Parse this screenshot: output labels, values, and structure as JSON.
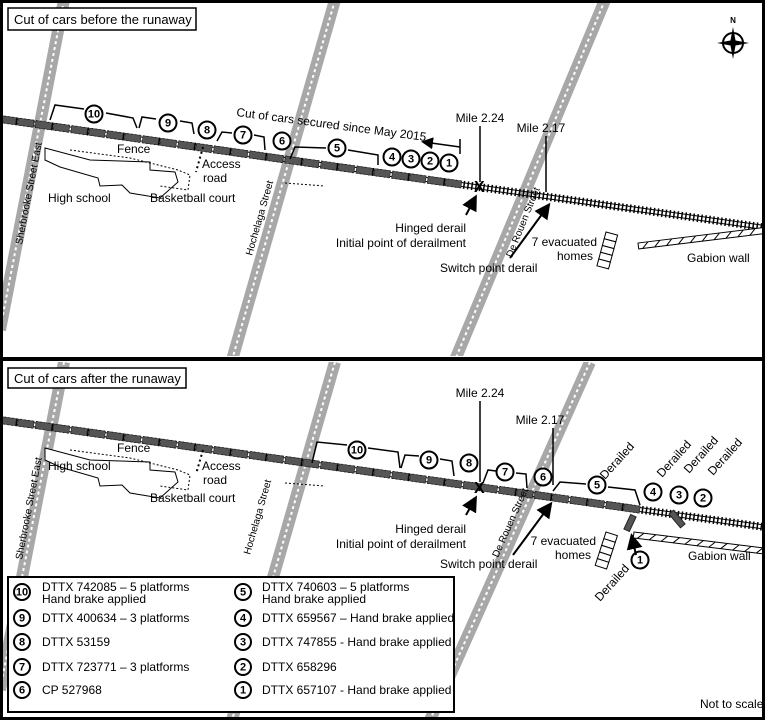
{
  "top_panel": {
    "title": "Cut of cars before the runaway",
    "cut_note": "Cut of cars secured since May 2015",
    "mile_224": "Mile 2.24",
    "mile_217": "Mile 2.17",
    "fence": "Fence",
    "high_school": "High school",
    "basketball": "Basketball court",
    "access_1": "Access",
    "access_2": "road",
    "sherbrooke": "Sherbrooke Street East",
    "hochelaga": "Hochelaga Street",
    "derouen": "De Rouen Street",
    "hinged": "Hinged derail",
    "initial": "Initial point of derailment",
    "switch": "Switch point derail",
    "homes_1": "7 evacuated",
    "homes_2": "homes",
    "gabion": "Gabion wall",
    "compass": "N",
    "cars": [
      "10",
      "9",
      "8",
      "7",
      "6",
      "5",
      "4",
      "3",
      "2",
      "1"
    ]
  },
  "bottom_panel": {
    "title": "Cut of cars after the runaway",
    "mile_224": "Mile 2.24",
    "mile_217": "Mile 2.17",
    "fence": "Fence",
    "high_school": "High school",
    "basketball": "Basketball court",
    "access_1": "Access",
    "access_2": "road",
    "sherbrooke": "Sherbrooke Street East",
    "hochelaga": "Hochelaga Street",
    "derouen": "De Rouen Street",
    "hinged": "Hinged derail",
    "initial": "Initial point of derailment",
    "switch": "Switch point derail",
    "homes_1": "7 evacuated",
    "homes_2": "homes",
    "gabion": "Gabion wall",
    "derailed": "Derailed",
    "cars": [
      "10",
      "9",
      "8",
      "7",
      "6",
      "5",
      "4",
      "3",
      "2",
      "1"
    ]
  },
  "legend": [
    {
      "num": "10",
      "line1": "DTTX 742085 – 5 platforms",
      "line2": "Hand brake applied"
    },
    {
      "num": "9",
      "line1": "DTTX 400634 – 3 platforms",
      "line2": ""
    },
    {
      "num": "8",
      "line1": "DTTX 53159",
      "line2": ""
    },
    {
      "num": "7",
      "line1": "DTTX 723771 – 3 platforms",
      "line2": ""
    },
    {
      "num": "6",
      "line1": "CP 527968",
      "line2": ""
    },
    {
      "num": "5",
      "line1": "DTTX 740603 – 5 platforms",
      "line2": "Hand brake applied"
    },
    {
      "num": "4",
      "line1": "DTTX 659567 – Hand brake applied",
      "line2": ""
    },
    {
      "num": "3",
      "line1": "DTTX 747855 - Hand brake applied",
      "line2": ""
    },
    {
      "num": "2",
      "line1": "DTTX 658296",
      "line2": ""
    },
    {
      "num": "1",
      "line1": "DTTX 657107 - Hand brake applied",
      "line2": ""
    }
  ],
  "footer": {
    "not_to_scale": "Not to scale"
  },
  "colors": {
    "street": "#a8a8a8",
    "car": "#555555",
    "border": "#000000"
  }
}
